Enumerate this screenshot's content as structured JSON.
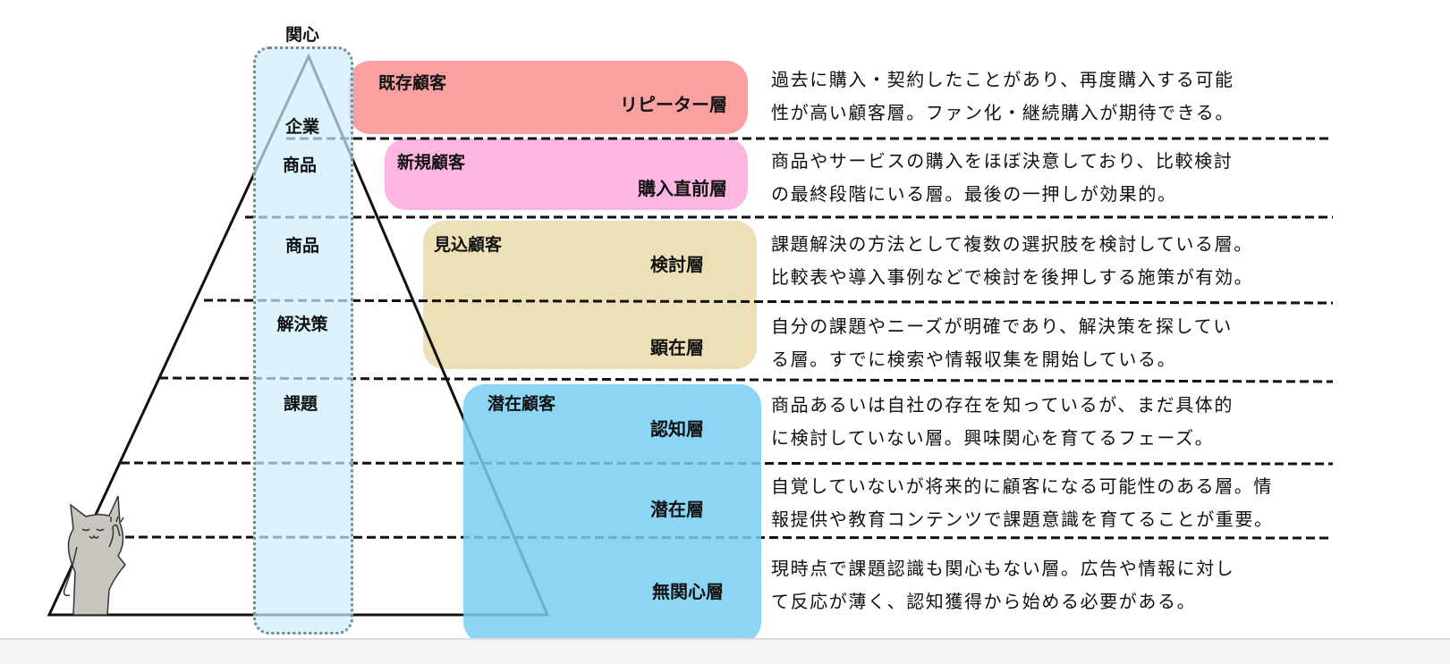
{
  "column": {
    "title": "関心",
    "labels": [
      "企業",
      "商品",
      "商品",
      "解決策",
      "課題"
    ]
  },
  "segments": [
    {
      "segment": "既存顧客",
      "color": "#f9a0a0"
    },
    {
      "segment": "新規顧客",
      "color": "#fdb6e2"
    },
    {
      "segment": "見込顧客",
      "color": "#eee0b6"
    },
    {
      "segment": "潜在顧客",
      "color": "#8dd7f5"
    }
  ],
  "layers": [
    {
      "name": "リピーター層",
      "desc": [
        "過去に購入・契約したことがあり、再度購入する可能",
        "性が高い顧客層。ファン化・継続購入が期待できる。"
      ]
    },
    {
      "name": "購入直前層",
      "desc": [
        "商品やサービスの購入をほぼ決意しており、比較検討",
        "の最終段階にいる層。最後の一押しが効果的。"
      ]
    },
    {
      "name": "検討層",
      "desc": [
        "課題解決の方法として複数の選択肢を検討している層。",
        "比較表や導入事例などで検討を後押しする施策が有効。"
      ]
    },
    {
      "name": "顕在層",
      "desc": [
        "自分の課題やニーズが明確であり、解決策を探してい",
        "る層。すでに検索や情報収集を開始している。"
      ]
    },
    {
      "name": "認知層",
      "desc": [
        "商品あるいは自社の存在を知っているが、まだ具体的",
        "に検討していない層。興味関心を育てるフェーズ。"
      ]
    },
    {
      "name": "潜在層",
      "desc": [
        "自覚していないが将来的に顧客になる可能性のある層。情",
        "報提供や教育コンテンツで課題意識を育てることが重要。"
      ]
    },
    {
      "name": "無関心層",
      "desc": [
        "現時点で課題認識も関心もない層。広告や情報に対し",
        "て反応が薄く、認知獲得から始める必要がある。"
      ]
    }
  ]
}
